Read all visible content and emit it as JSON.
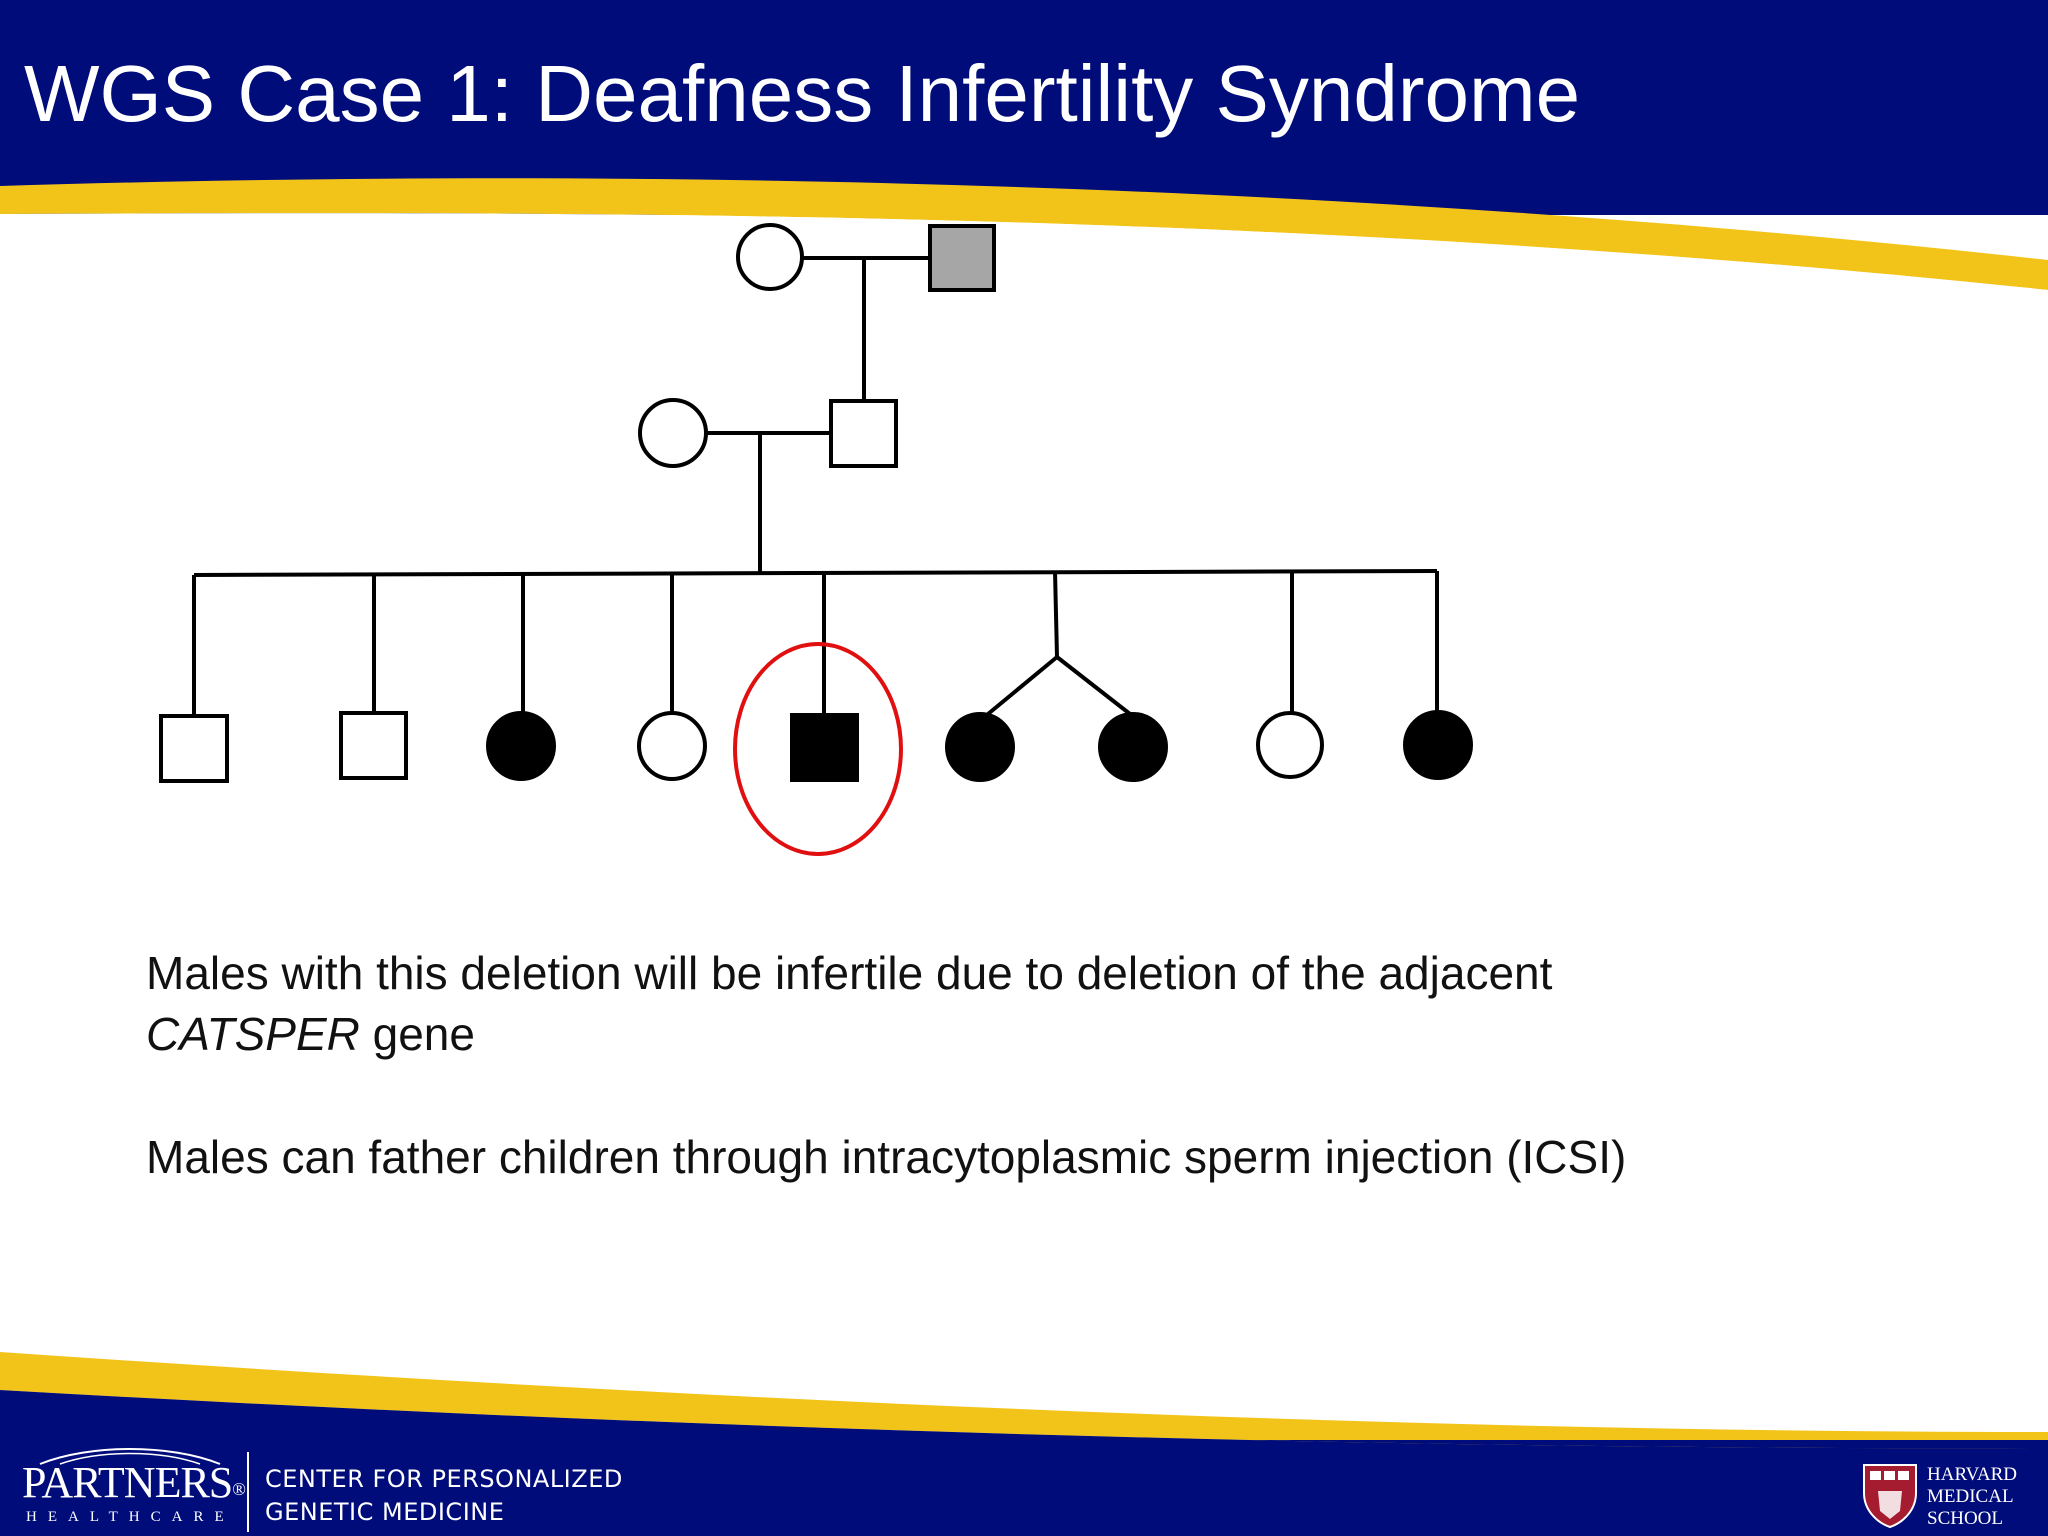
{
  "slide": {
    "title": "WGS Case 1: Deafness Infertility Syndrome",
    "body": {
      "line1": "Males with this deletion will be infertile due to deletion of the adjacent",
      "line2_italic": "CATSPER",
      "line2_rest": " gene",
      "line3": "Males can father children through intracytoplasmic sperm injection (ICSI)"
    },
    "colors": {
      "header_blue": "#000c7a",
      "accent_gold": "#f2c41a",
      "affected_fill": "#000000",
      "carrier_fill": "#a6a6a6",
      "proband_circle": "#e01010"
    }
  },
  "pedigree": {
    "generation1": [
      {
        "sex": "female",
        "status": "unaffected"
      },
      {
        "sex": "male",
        "status": "shaded-gray"
      }
    ],
    "generation2": [
      {
        "sex": "female",
        "status": "unaffected"
      },
      {
        "sex": "male",
        "status": "unaffected"
      }
    ],
    "generation3": [
      {
        "sex": "male",
        "status": "unaffected"
      },
      {
        "sex": "male",
        "status": "unaffected"
      },
      {
        "sex": "female",
        "status": "affected"
      },
      {
        "sex": "female",
        "status": "unaffected"
      },
      {
        "sex": "male",
        "status": "affected",
        "proband": true
      },
      {
        "sex": "female",
        "status": "affected",
        "twin": true
      },
      {
        "sex": "female",
        "status": "affected",
        "twin": true
      },
      {
        "sex": "female",
        "status": "unaffected"
      },
      {
        "sex": "female",
        "status": "affected"
      }
    ]
  },
  "footer": {
    "partners_logo": {
      "word": "PARTNERS",
      "registered": "®",
      "sub": "HEALTHCARE"
    },
    "center_line1": "CENTER FOR PERSONALIZED",
    "center_line2": "GENETIC MEDICINE",
    "harvard_line1": "HARVARD",
    "harvard_line2": "MEDICAL",
    "harvard_line3": "SCHOOL",
    "shield_icon": "harvard-shield-icon"
  }
}
